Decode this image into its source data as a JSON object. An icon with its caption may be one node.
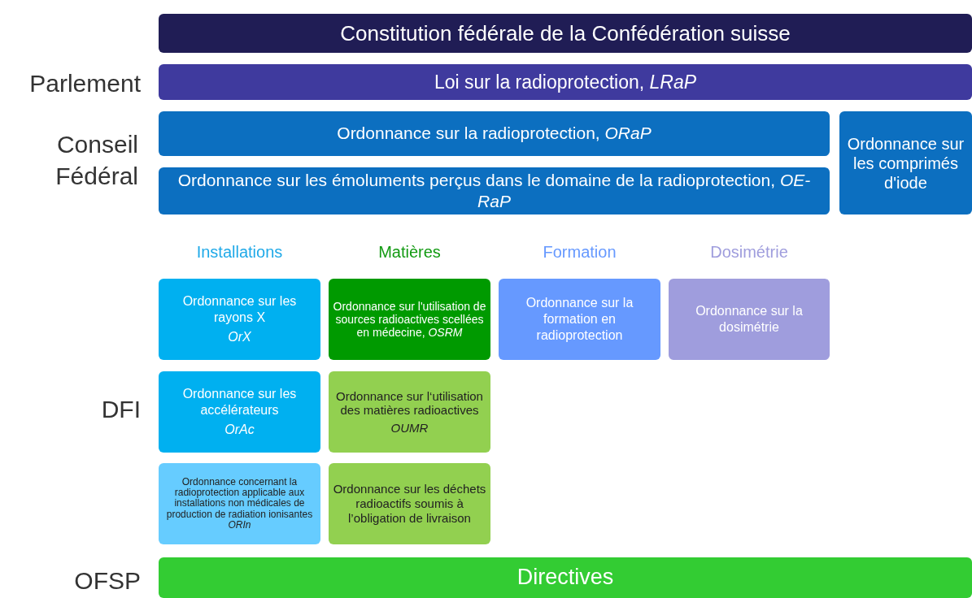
{
  "diagram": {
    "nodes": [
      {
        "text": [
          "Constitution fédérale de la Confédération suisse"
        ]
      },
      {
        "text": [
          "Loi sur la radioprotection, *LRaP*"
        ]
      },
      {
        "text": [
          "Ordonnance sur la radioprotection, *ORaP*"
        ]
      },
      {
        "text": [
          "Ordonnance sur les émoluments perçus dans le domaine de la radioprotection, *OE-RaP*"
        ]
      },
      {
        "text": [
          "Ordonnance sur les comprimés d'iode"
        ]
      },
      {
        "text": [
          "Ordonnance sur les rayons X",
          "OrX"
        ]
      },
      {
        "text": [
          "Ordonnance sur l'utilisation de sources radioactives scellées en médecine, *OSRM*"
        ]
      },
      {
        "text": [
          "Ordonnance sur la formation en radioprotection"
        ]
      },
      {
        "text": [
          "Ordonnance sur la dosimétrie"
        ]
      },
      {
        "text": [
          "Ordonnance sur les accélérateurs",
          "OrAc"
        ]
      },
      {
        "text": [
          "Ordonnance sur l‘utilisation des matières radioactives",
          "OUMR"
        ]
      },
      {
        "text": [
          "Ordonnance concernant la radioprotection applicable aux installations non médicales de production de radiation ionisantes",
          "ORIn"
        ]
      },
      {
        "text": [
          "Ordonnance sur les déchets radioactifs soumis à l’obligation de livraison"
        ]
      },
      {
        "text": [
          "Directives"
        ]
      }
    ],
    "labels": [
      "Parlement",
      "Conseil Fédéral",
      "Installations",
      "Matières",
      "Formation",
      "Dosimétrie",
      "DFI",
      "OFSP"
    ]
  }
}
